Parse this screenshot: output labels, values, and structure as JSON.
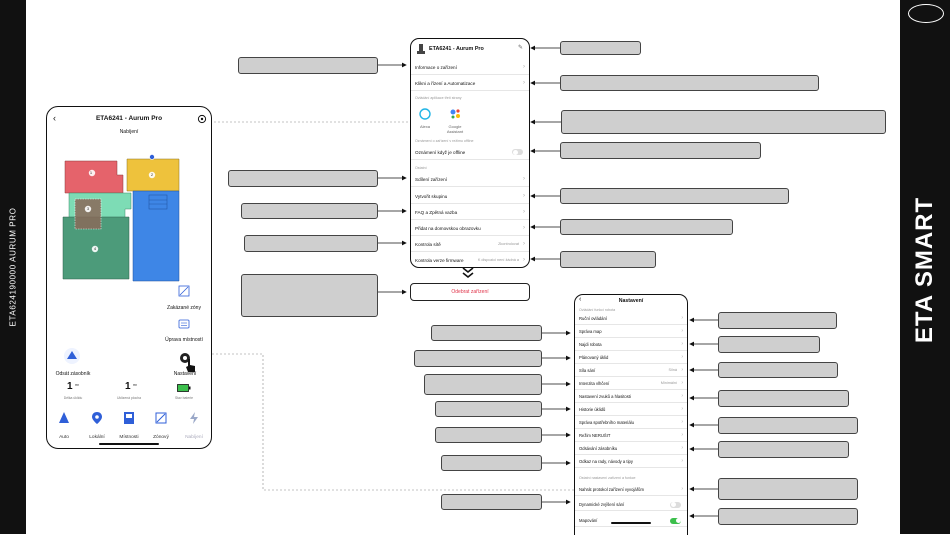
{
  "sidebar_left_text": "ETA624190000 AURUM PRO",
  "sidebar_right_text": "ETA SMART",
  "phone1": {
    "title": "ETA6241 - Aurum Pro",
    "status": "Nabíjení",
    "room_labels": [
      "1",
      "2",
      "3",
      "4"
    ],
    "restricted_zones": "Zakázané zóny",
    "edit_rooms": "Úprava místností",
    "empty_bin": "Odsát zásobník",
    "settings": "Nastavení",
    "stats": [
      {
        "value": "1",
        "unit": "m²",
        "label": "Délka úklidu"
      },
      {
        "value": "1",
        "unit": "m²",
        "label": "Uklizená plocha"
      },
      {
        "value": "",
        "unit": "",
        "label": "Stav baterie"
      }
    ],
    "nav": [
      "Auto",
      "Lokální",
      "Místnosti",
      "Zónový",
      "Nabíjení"
    ]
  },
  "phone2": {
    "title": "ETA6241 - Aurum Pro",
    "items": [
      "Informace o zařízení",
      "Klikni a řízení a Automatizace"
    ],
    "section_voice": "Ovládání aplikace třetí strany",
    "assistants": [
      "Alexa",
      "Google Assistant"
    ],
    "section_notify": "Oznámení o zařízení v režimu offline",
    "offline_notify": "Oznámení když je offline",
    "section_other": "Ostatní",
    "items2": [
      "Sdílení zařízení",
      "Vytvořit skupinu",
      "FAQ a Zpětná vazba",
      "Přidat na domovskou obrazovku"
    ],
    "network_check": "Kontrola sítě",
    "network_value": "Zkontrolovat",
    "firmware_check": "Kontrola verze firmware",
    "firmware_value": "K dispozici není žádná a",
    "remove_device": "Odebrat zařízení"
  },
  "phone3": {
    "title": "Nastavení",
    "section_main": "Ovládání funkcí robota",
    "items": [
      {
        "label": "Ruční ovládání",
        "value": ""
      },
      {
        "label": "Správa map",
        "value": ""
      },
      {
        "label": "Najdi robota",
        "value": ""
      },
      {
        "label": "Plánovaný úklid",
        "value": ""
      },
      {
        "label": "Síla sání",
        "value": "Silná"
      },
      {
        "label": "Intenzita vlhčení",
        "value": "Minimální"
      },
      {
        "label": "Nastavení zvuků a hlasitosti",
        "value": ""
      },
      {
        "label": "Historie úklidů",
        "value": ""
      },
      {
        "label": "Správa spotřebního materiálu",
        "value": ""
      },
      {
        "label": "Režim NERUŠIT",
        "value": ""
      },
      {
        "label": "Odsávání zásobníku",
        "value": ""
      },
      {
        "label": "Odkaz na rady, návody a tipy",
        "value": ""
      }
    ],
    "section_other": "Ostatní nastavení zařízení a funkce",
    "items2": [
      {
        "label": "Nahrát protokol zařízení vyvojářům",
        "value": ""
      },
      {
        "label": "Dynamické zvýšení sání",
        "value": ""
      },
      {
        "label": "Mapování",
        "value": ""
      }
    ]
  },
  "colors": {
    "room_red": "#e5636b",
    "room_yellow": "#eec23c",
    "room_blue": "#3e86e6",
    "room_green": "#4c9b7a",
    "room_mint": "#7ddcb5",
    "accent_blue": "#2f5fd8",
    "toggle_on": "#3cbf4c",
    "remove_red": "#e0344a"
  }
}
